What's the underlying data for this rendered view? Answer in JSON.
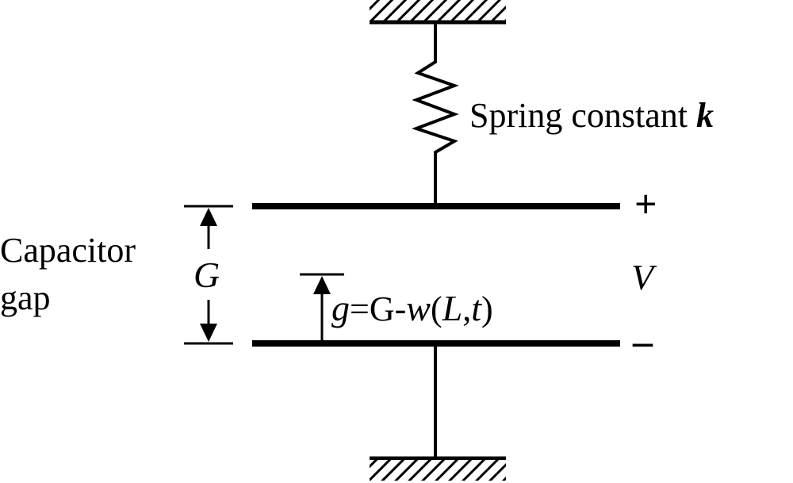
{
  "spring": {
    "label_text": "Spring constant ",
    "label_symbol": "k"
  },
  "capacitor": {
    "label_line1": "Capacitor",
    "label_line2": "gap",
    "gap_symbol": "G",
    "small_gap_g": "g",
    "small_gap_rest_a": "=G-",
    "small_gap_w": "w",
    "small_gap_paren_open": "(",
    "small_gap_L": "L",
    "small_gap_comma": ",",
    "small_gap_t": "t",
    "small_gap_paren_close": ")"
  },
  "voltage": {
    "symbol": "V",
    "plus": "+",
    "minus": "–"
  }
}
